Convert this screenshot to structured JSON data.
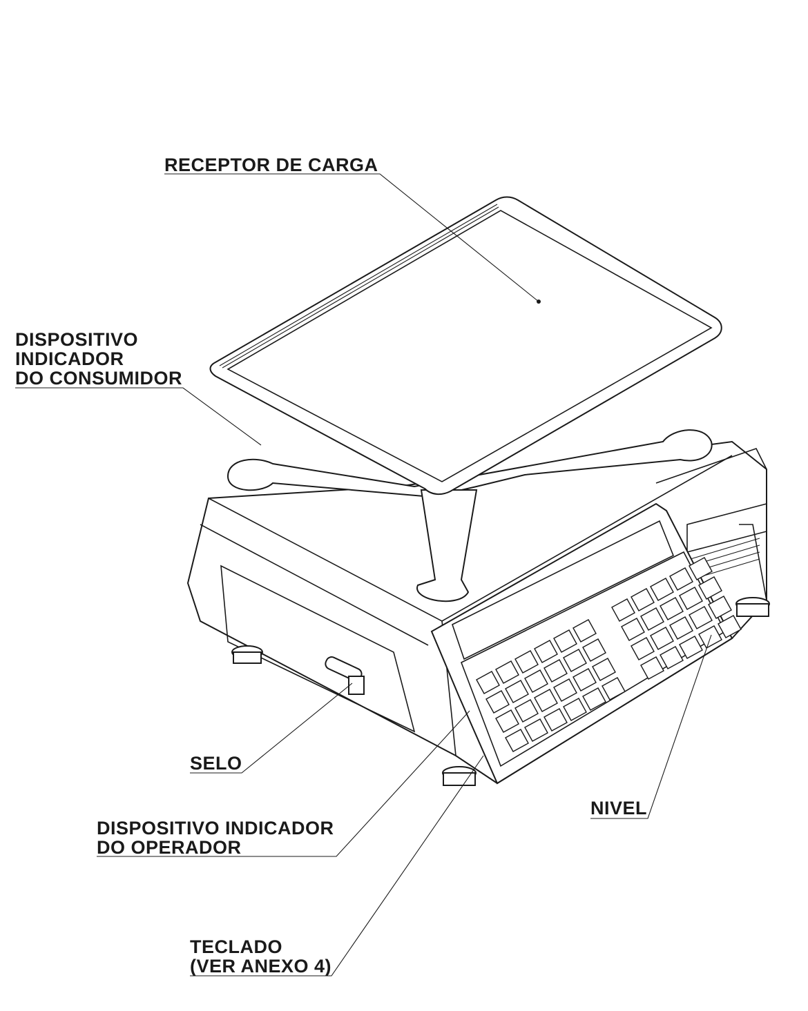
{
  "labels": {
    "receptor": "RECEPTOR DE CARGA",
    "consumidor": [
      "DISPOSITIVO",
      "INDICADOR",
      "DO CONSUMIDOR"
    ],
    "selo": "SELO",
    "operador": [
      "DISPOSITIVO INDICADOR",
      "DO OPERADOR"
    ],
    "teclado": [
      "TECLADO",
      "(VER ANEXO 4)"
    ],
    "nivel": "NIVEL"
  }
}
